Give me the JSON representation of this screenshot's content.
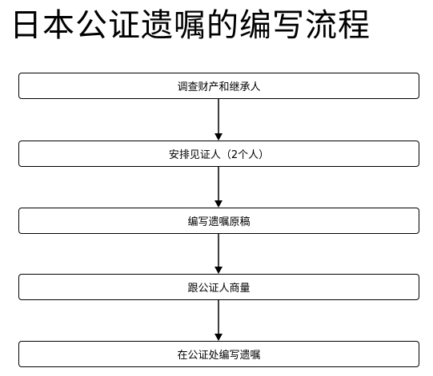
{
  "title": "日本公证遗嘱的编写流程",
  "steps": [
    "调查财产和继承人",
    "安排见证人（2个人）",
    "编写遗嘱原稿",
    "跟公证人商量",
    "在公证处编写遗嘱"
  ],
  "colors": {
    "line": "#000000",
    "background": "#ffffff"
  }
}
